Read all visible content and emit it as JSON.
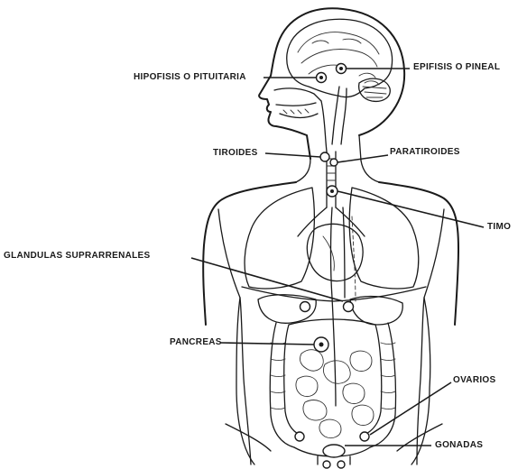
{
  "labels": {
    "hipofisis": "HIPOFISIS O PITUITARIA",
    "epifisis": "EPIFISIS O PINEAL",
    "tiroides": "TIROIDES",
    "paratiroides": "PARATIROIDES",
    "timo": "TIMO",
    "suprarrenales": "GLANDULAS SUPRARRENALES",
    "pancreas": "PANCREAS",
    "ovarios": "OVARIOS",
    "gonadas": "GONADAS"
  },
  "colors": {
    "ink": "#1a1a1a",
    "background": "#ffffff"
  }
}
